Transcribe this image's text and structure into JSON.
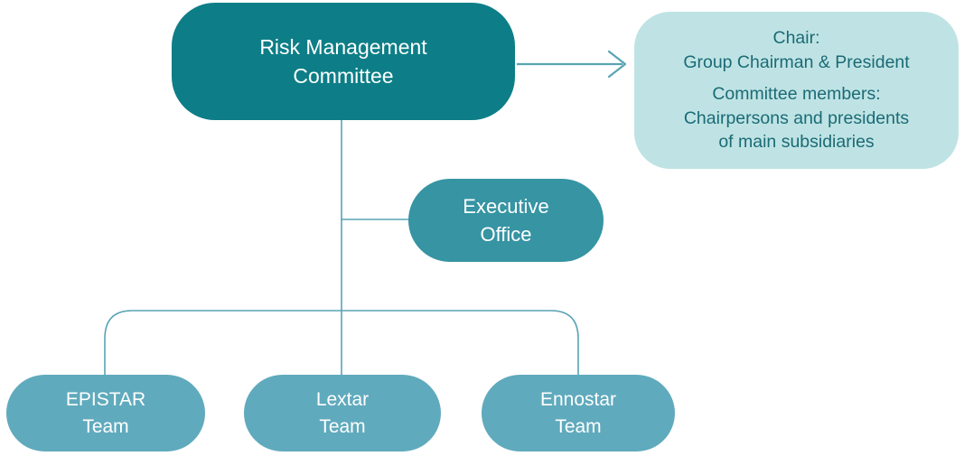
{
  "diagram": {
    "nodes": {
      "risk_committee": {
        "label": "Risk Management\nCommittee"
      },
      "chair_info": {
        "chair_paragraph": "Chair:\nGroup Chairman & President",
        "members_paragraph": "Committee members:\nChairpersons and presidents\nof main subsidiaries"
      },
      "executive_office": {
        "label": "Executive\nOffice"
      },
      "epistar_team": {
        "label": "EPISTAR\nTeam"
      },
      "lextar_team": {
        "label": "Lextar\nTeam"
      },
      "ennostar_team": {
        "label": "Ennostar\nTeam"
      }
    },
    "icons": {
      "arrow_right": "open V arrowhead pointing right from committee box to chair info box"
    }
  },
  "colors": {
    "committee_box": "#0d7e87",
    "office_box": "#3694a3",
    "team_box": "#60aabd",
    "info_box": "#bfe3e4",
    "info_text": "#1a6b76",
    "connector": "#58a4b3",
    "text_on_dark": "#ffffff",
    "background": "#ffffff"
  }
}
